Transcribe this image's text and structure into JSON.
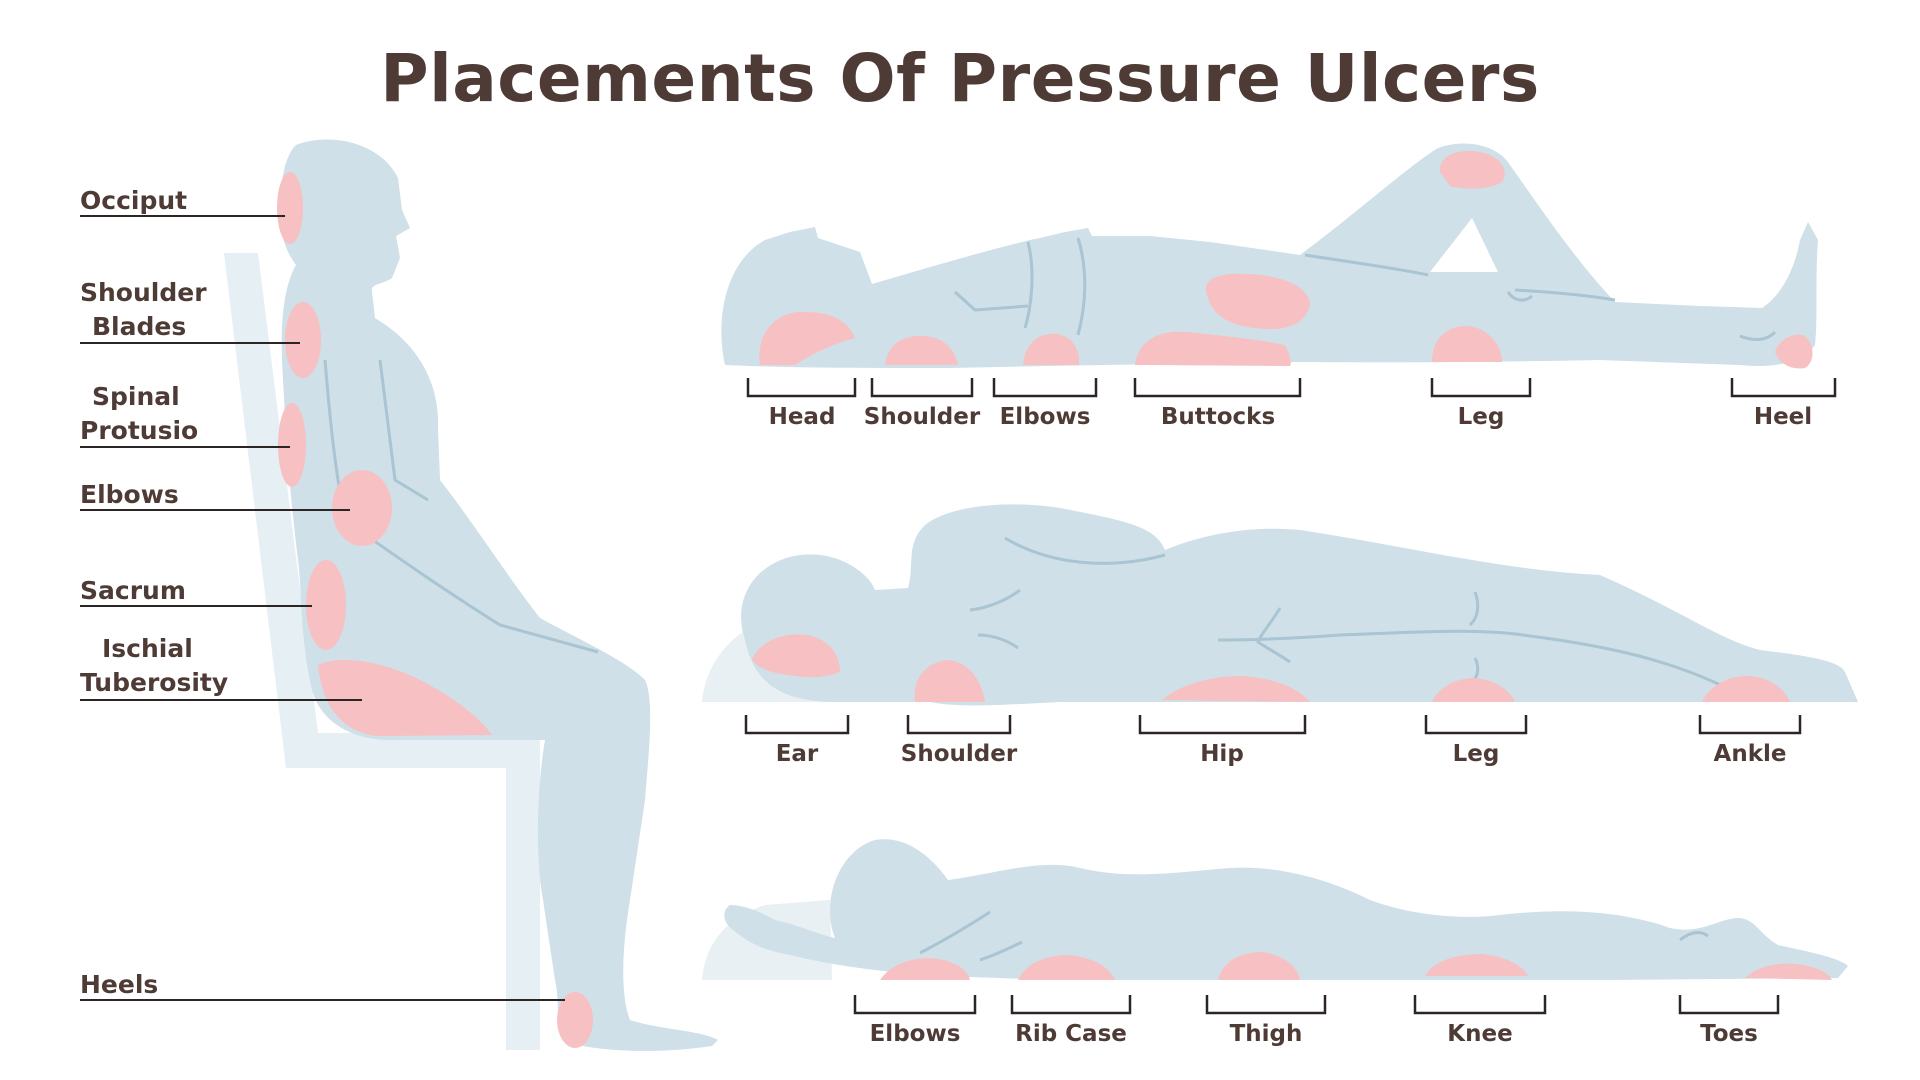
{
  "title": "Placements Of Pressure Ulcers",
  "colors": {
    "body": "#cfe0e8",
    "body_line": "#a9c4d2",
    "ulcer": "#f7c0c3",
    "chair": "#e6eff4",
    "pillow": "#e8f0f4",
    "text": "#4e3b36",
    "leader": "#2b2624"
  },
  "sitting": {
    "labels": [
      {
        "line1": "Occiput",
        "line2": ""
      },
      {
        "line1": "Shoulder",
        "line2": "Blades"
      },
      {
        "line1": "Spinal",
        "line2": "Protusio"
      },
      {
        "line1": "Elbows",
        "line2": ""
      },
      {
        "line1": "Sacrum",
        "line2": ""
      },
      {
        "line1": "Ischial",
        "line2": "Tuberosity"
      },
      {
        "line1": "Heels",
        "line2": ""
      }
    ]
  },
  "supine": {
    "labels": [
      "Head",
      "Shoulder",
      "Elbows",
      "Buttocks",
      "Leg",
      "Heel"
    ]
  },
  "lateral": {
    "labels": [
      "Ear",
      "Shoulder",
      "Hip",
      "Leg",
      "Ankle"
    ]
  },
  "prone": {
    "labels": [
      "Elbows",
      "Rib Case",
      "Thigh",
      "Knee",
      "Toes"
    ]
  }
}
